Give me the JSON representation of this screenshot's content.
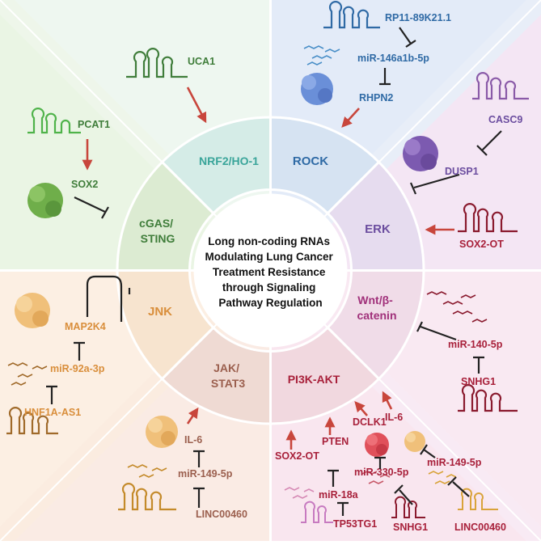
{
  "center": {
    "lines": [
      "Long non-coding RNAs",
      "Modulating Lung Cancer",
      "Treatment Resistance",
      "through Signaling",
      "Pathway Regulation"
    ]
  },
  "colors": {
    "green": "#3f7d3a",
    "teal": "#3aa59a",
    "blue": "#2f6aa5",
    "purple": "#6b4d9f",
    "magenta": "#a0307a",
    "crimson": "#a8203a",
    "brown": "#9b5f4e",
    "orange": "#d98e3b",
    "arrow_red": "#c8463c"
  },
  "pathways": {
    "nrf2": "NRF2/HO-1",
    "rock": "ROCK",
    "erk": "ERK",
    "wnt": [
      "Wnt/β-",
      "catenin"
    ],
    "pi3k": "PI3K-AKT",
    "jak": [
      "JAK/",
      "STAT3"
    ],
    "jnk": "JNK",
    "cgas": [
      "cGAS/",
      "STING"
    ]
  },
  "labels": {
    "uca1": "UCA1",
    "rp11": "RP11-89K21.1",
    "mir146": "miR-146a1b-5p",
    "rhpn2": "RHPN2",
    "casc9": "CASC9",
    "dusp1": "DUSP1",
    "sox2ot_erk": "SOX2-OT",
    "pcat1": "PCAT1",
    "sox2": "SOX2",
    "mir140": "miR-140-5p",
    "snhg1_wnt": "SNHG1",
    "map2k4": "MAP2K4",
    "mir92": "miR-92a-3p",
    "hnf1a": "HNF1A-AS1",
    "il6_jak": "IL-6",
    "mir149_jak": "miR-149-5p",
    "linc_jak": "LINC00460",
    "sox2ot_pi3k": "SOX2-OT",
    "pten": "PTEN",
    "dclk1": "DCLK1",
    "il6_pi3k": "IL-6",
    "mir18a": "miR-18a",
    "mir330": "miR-330-5p",
    "mir149_pi3k": "miR-149-5p",
    "tp53tg1": "TP53TG1",
    "snhg1_pi3k": "SNHG1",
    "linc_pi3k": "LINC00460"
  }
}
